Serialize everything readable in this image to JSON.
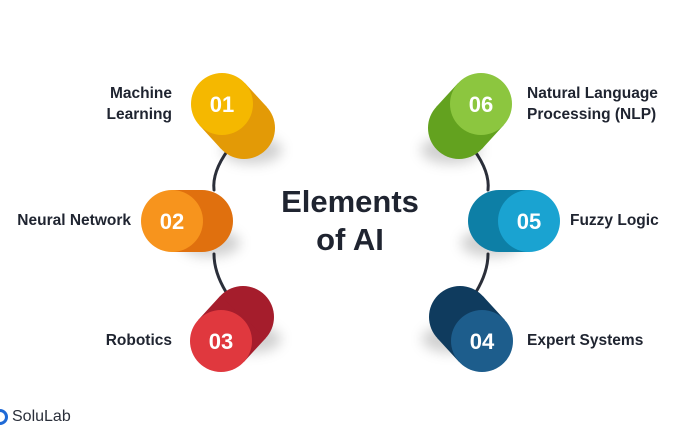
{
  "title": {
    "line1": "Elements",
    "line2": "of AI"
  },
  "items": [
    {
      "number": "01",
      "label_lines": [
        "Machine",
        "Learning"
      ],
      "color": "#f5b800",
      "shade": "#e39a06",
      "side": "left"
    },
    {
      "number": "02",
      "label_lines": [
        "Neural Network"
      ],
      "color": "#f7941d",
      "shade": "#e0700e",
      "side": "left"
    },
    {
      "number": "03",
      "label_lines": [
        "Robotics"
      ],
      "color": "#e0383e",
      "shade": "#a51d2c",
      "side": "left"
    },
    {
      "number": "04",
      "label_lines": [
        "Expert Systems"
      ],
      "color": "#1d5d8c",
      "shade": "#0f3b5e",
      "side": "right"
    },
    {
      "number": "05",
      "label_lines": [
        "Fuzzy Logic"
      ],
      "color": "#1aa3d1",
      "shade": "#0d7fa6",
      "side": "right"
    },
    {
      "number": "06",
      "label_lines": [
        "Natural Language",
        "Processing (NLP)"
      ],
      "color": "#8cc63f",
      "shade": "#63a21f",
      "side": "right"
    }
  ],
  "connector_color": "#2b2f3a",
  "logo": {
    "text": "SoluLab",
    "color": "#1f6ad6"
  }
}
